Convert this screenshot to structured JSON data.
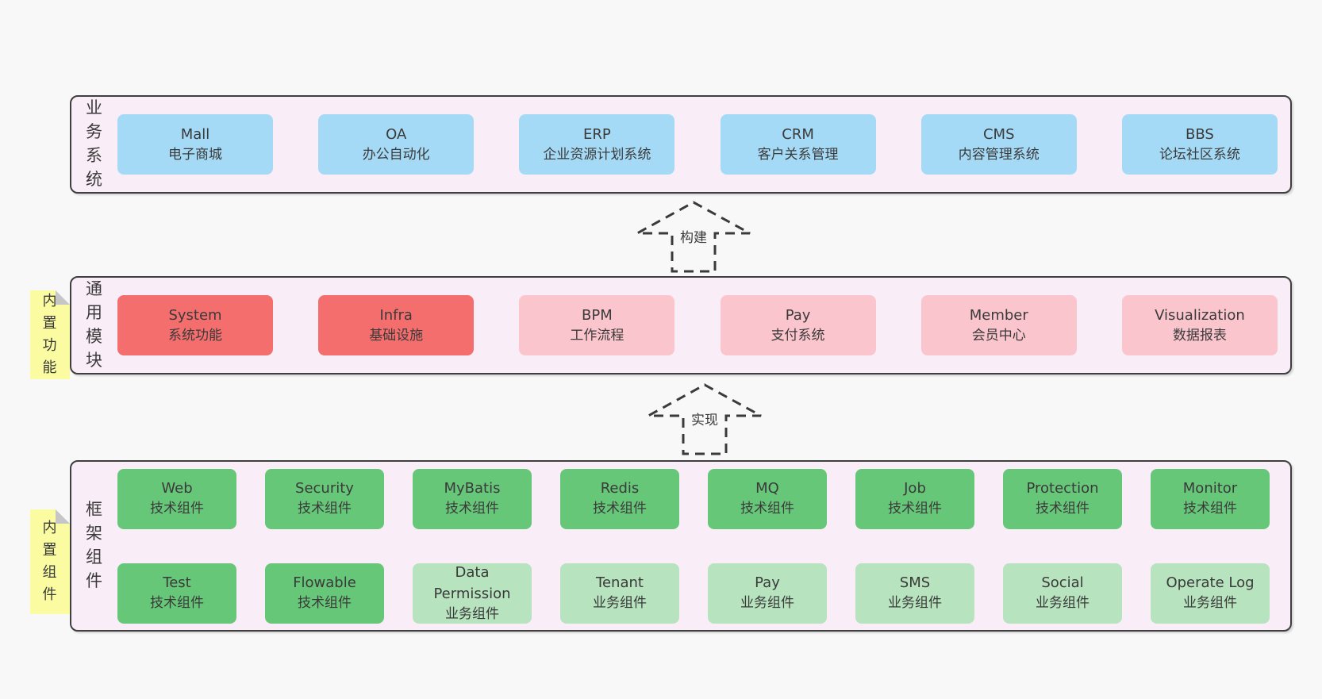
{
  "colors": {
    "page-bg": "#f8f8f8",
    "panel-bg": "#f9edf7",
    "panel-border": "#3f3f3f",
    "box-blue": "#a5daf6",
    "box-red": "#f56e6e",
    "box-pink": "#fbc5cd",
    "box-green": "#67c779",
    "box-green-light": "#b7e3bf",
    "tab-yellow": "#fbfba2",
    "tab-fold": "#c6c6c6",
    "text": "#3a3a3a"
  },
  "layers": [
    {
      "label": "业务系统",
      "boxes": [
        {
          "title": "Mall",
          "subtitle": "电子商城",
          "variant": "blue"
        },
        {
          "title": "OA",
          "subtitle": "办公自动化",
          "variant": "blue"
        },
        {
          "title": "ERP",
          "subtitle": "企业资源计划系统",
          "variant": "blue"
        },
        {
          "title": "CRM",
          "subtitle": "客户关系管理",
          "variant": "blue"
        },
        {
          "title": "CMS",
          "subtitle": "内容管理系统",
          "variant": "blue"
        },
        {
          "title": "BBS",
          "subtitle": "论坛社区系统",
          "variant": "blue"
        }
      ]
    },
    {
      "label": "通用模块",
      "tag": "内置功能",
      "boxes": [
        {
          "title": "System",
          "subtitle": "系统功能",
          "variant": "red"
        },
        {
          "title": "Infra",
          "subtitle": "基础设施",
          "variant": "red"
        },
        {
          "title": "BPM",
          "subtitle": "工作流程",
          "variant": "pink"
        },
        {
          "title": "Pay",
          "subtitle": "支付系统",
          "variant": "pink"
        },
        {
          "title": "Member",
          "subtitle": "会员中心",
          "variant": "pink"
        },
        {
          "title": "Visualization",
          "subtitle": "数据报表",
          "variant": "pink"
        }
      ]
    },
    {
      "label": "框架组件",
      "tag": "内置组件",
      "rows": [
        [
          {
            "title": "Web",
            "subtitle": "技术组件",
            "variant": "green"
          },
          {
            "title": "Security",
            "subtitle": "技术组件",
            "variant": "green"
          },
          {
            "title": "MyBatis",
            "subtitle": "技术组件",
            "variant": "green"
          },
          {
            "title": "Redis",
            "subtitle": "技术组件",
            "variant": "green"
          },
          {
            "title": "MQ",
            "subtitle": "技术组件",
            "variant": "green"
          },
          {
            "title": "Job",
            "subtitle": "技术组件",
            "variant": "green"
          },
          {
            "title": "Protection",
            "subtitle": "技术组件",
            "variant": "green"
          },
          {
            "title": "Monitor",
            "subtitle": "技术组件",
            "variant": "green"
          }
        ],
        [
          {
            "title": "Test",
            "subtitle": "技术组件",
            "variant": "green"
          },
          {
            "title": "Flowable",
            "subtitle": "技术组件",
            "variant": "green"
          },
          {
            "title": "Data Permission",
            "subtitle": "业务组件",
            "variant": "green-light"
          },
          {
            "title": "Tenant",
            "subtitle": "业务组件",
            "variant": "green-light"
          },
          {
            "title": "Pay",
            "subtitle": "业务组件",
            "variant": "green-light"
          },
          {
            "title": "SMS",
            "subtitle": "业务组件",
            "variant": "green-light"
          },
          {
            "title": "Social",
            "subtitle": "业务组件",
            "variant": "green-light"
          },
          {
            "title": "Operate Log",
            "subtitle": "业务组件",
            "variant": "green-light"
          }
        ]
      ]
    }
  ],
  "arrows": [
    {
      "label": "构建"
    },
    {
      "label": "实现"
    }
  ]
}
